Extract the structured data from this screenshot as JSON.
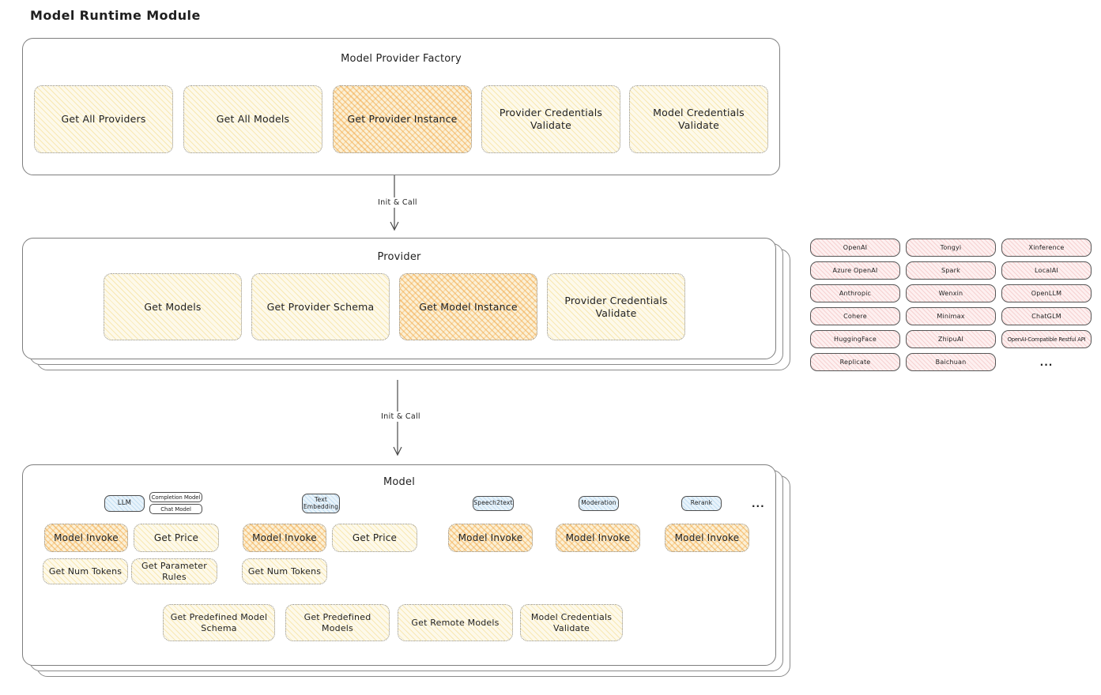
{
  "page": {
    "title": "Model Runtime Module"
  },
  "factory": {
    "title": "Model Provider Factory",
    "boxes": [
      {
        "label": "Get All Providers"
      },
      {
        "label": "Get All Models"
      },
      {
        "label": "Get Provider Instance"
      },
      {
        "label": "Provider Credentials Validate"
      },
      {
        "label": "Model Credentials Validate"
      }
    ]
  },
  "arrow1": {
    "label": "Init & Call"
  },
  "arrow2": {
    "label": "Init & Call"
  },
  "provider": {
    "title": "Provider",
    "boxes": [
      {
        "label": "Get Models"
      },
      {
        "label": "Get Provider Schema"
      },
      {
        "label": "Get Model Instance"
      },
      {
        "label": "Provider Credentials Validate"
      }
    ]
  },
  "providers_grid": {
    "items": [
      {
        "label": "OpenAI"
      },
      {
        "label": "Tongyi"
      },
      {
        "label": "Xinference"
      },
      {
        "label": "Azure OpenAI"
      },
      {
        "label": "Spark"
      },
      {
        "label": "LocalAI"
      },
      {
        "label": "Anthropic"
      },
      {
        "label": "Wenxin"
      },
      {
        "label": "OpenLLM"
      },
      {
        "label": "Cohere"
      },
      {
        "label": "Minimax"
      },
      {
        "label": "ChatGLM"
      },
      {
        "label": "HuggingFace"
      },
      {
        "label": "ZhipuAI"
      },
      {
        "label": "OpenAI-Compatible Restful API"
      },
      {
        "label": "Replicate"
      },
      {
        "label": "Baichuan"
      }
    ],
    "more": "..."
  },
  "model": {
    "title": "Model",
    "tabs": {
      "llm": "LLM",
      "completion": "Completion Model",
      "chat": "Chat Model",
      "text_embedding": "Text Embedding",
      "speech2text": "Speech2text",
      "moderation": "Moderation",
      "rerank": "Rerank",
      "more": "..."
    },
    "ops_row1": [
      {
        "label": "Model Invoke"
      },
      {
        "label": "Get Price"
      },
      {
        "label": "Model Invoke"
      },
      {
        "label": "Get Price"
      },
      {
        "label": "Model Invoke"
      },
      {
        "label": "Model Invoke"
      },
      {
        "label": "Model Invoke"
      }
    ],
    "ops_row2": [
      {
        "label": "Get Num Tokens"
      },
      {
        "label": "Get Parameter Rules"
      },
      {
        "label": "Get Num Tokens"
      }
    ],
    "ops_bottom": [
      {
        "label": "Get Predefined Model Schema"
      },
      {
        "label": "Get Predefined Models"
      },
      {
        "label": "Get Remote Models"
      },
      {
        "label": "Model Credentials Validate"
      }
    ]
  },
  "colors": {
    "yellow_fill": "#fdf9ea",
    "orange_highlight": "#f6dda6",
    "pink_fill": "#fdf0f0",
    "blue_fill": "#e8f3fb",
    "ink": "#1f1f1f",
    "border_gray": "#7e7e7e"
  }
}
